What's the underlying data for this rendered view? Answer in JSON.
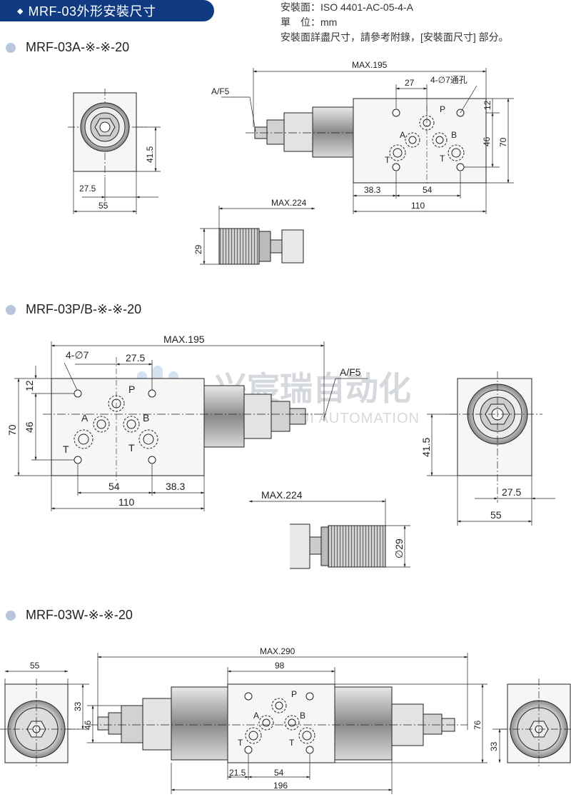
{
  "header": {
    "title": "MRF-03外形安裝尺寸"
  },
  "info": {
    "mount_label": "安裝面：",
    "mount_value": "ISO 4401-AC-05-4-A",
    "unit_label": "單　位：",
    "unit_value": "mm",
    "note": "安裝面詳盡尺寸，請參考附錄，[安裝面尺寸] 部分。"
  },
  "sections": [
    {
      "label": "MRF-03A-※-※-20"
    },
    {
      "label": "MRF-03P/B-※-※-20"
    },
    {
      "label": "MRF-03W-※-※-20"
    }
  ],
  "dims": {
    "max195": "MAX.195",
    "max224": "MAX.224",
    "max290": "MAX.290",
    "af5": "A/F5",
    "holes_through": "4-∅7通孔",
    "holes": "4-∅7",
    "d27": "27",
    "d27_5": "27.5",
    "d12": "12",
    "d46": "46",
    "d70": "70",
    "d41_5": "41.5",
    "d55": "55",
    "d38_3": "38.3",
    "d54": "54",
    "d110": "110",
    "d29": "29",
    "dia29": "∅29",
    "d98": "98",
    "d76": "76",
    "d33": "33",
    "d21_5": "21.5",
    "d196": "196"
  },
  "ports": {
    "p": "P",
    "a": "A",
    "b": "B",
    "t": "T"
  },
  "watermark": {
    "cn": "兴宸瑞自动化",
    "en": "XINGCHENRUI AUTOMATION"
  },
  "colors": {
    "header_bg": "#103a82",
    "body_fill": "#f6f6f6",
    "line": "#222222"
  }
}
